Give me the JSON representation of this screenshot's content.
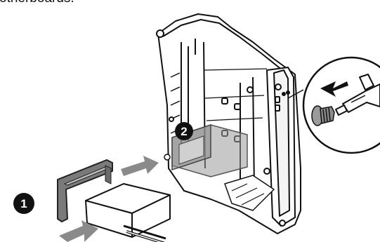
{
  "caption": {
    "line1": "",
    "line2": "otherboards."
  },
  "steps": [
    {
      "number": "1"
    },
    {
      "number": "2"
    }
  ],
  "colors": {
    "outline": "#111111",
    "arrow": "#8a8a8a",
    "bracket": "#7a7a7a",
    "chassis_fill": "#ffffff",
    "dark": "#1a1a1a"
  },
  "icons": {
    "badge": "numbered-step-badge",
    "detail": "screw-and-screwdriver-zoom",
    "arrow": "insert-direction-arrow"
  }
}
